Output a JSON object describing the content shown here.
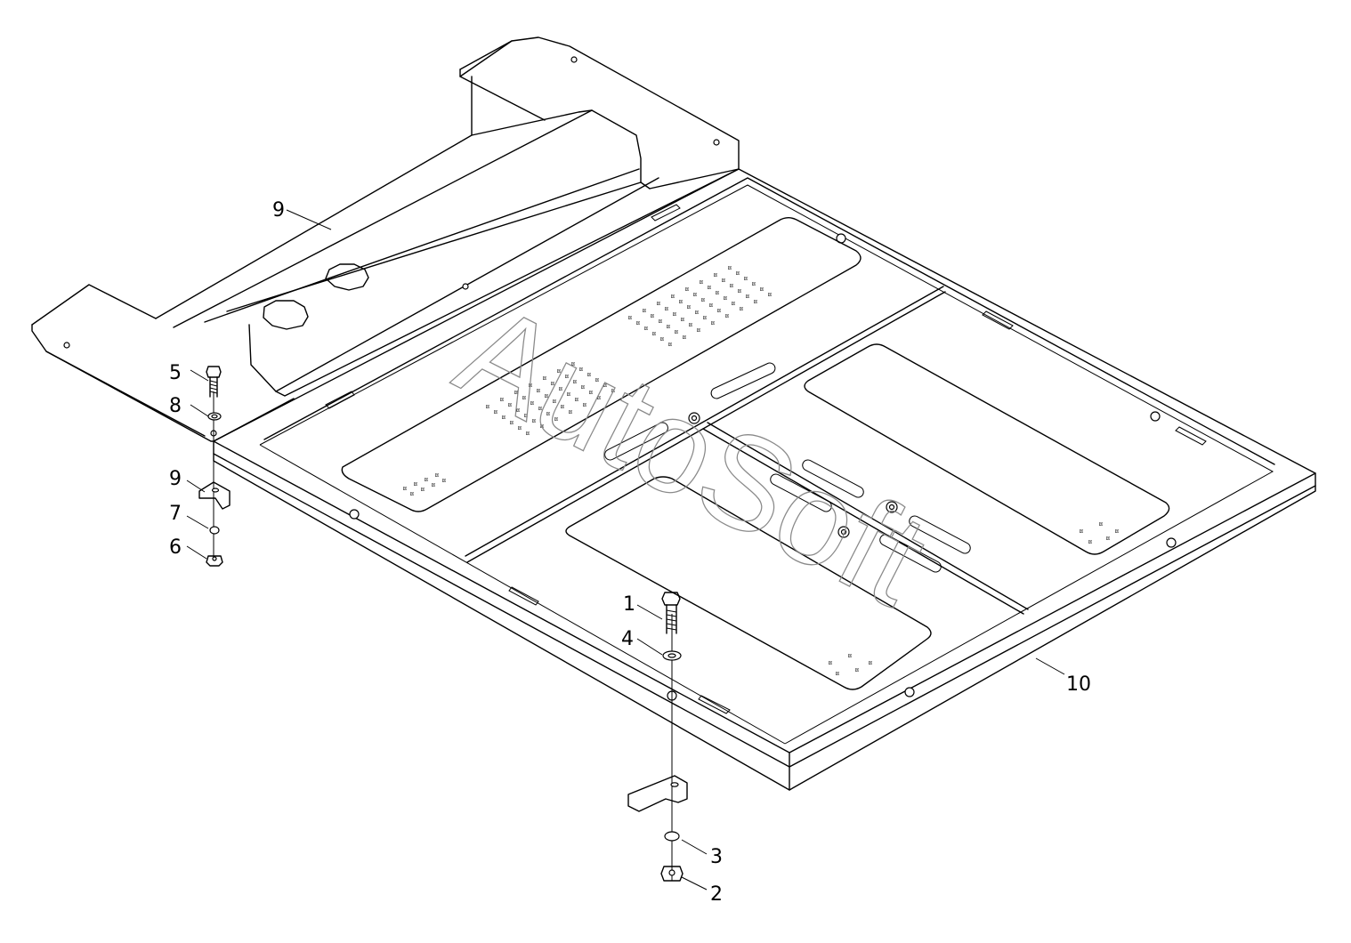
{
  "watermark": "AutoSoft",
  "callouts": {
    "c1": "1",
    "c2": "2",
    "c3": "3",
    "c4": "4",
    "c5": "5",
    "c6": "6",
    "c7": "7",
    "c8": "8",
    "c9a": "9",
    "c9b": "9",
    "c10": "10"
  },
  "perforation_mark": "¤"
}
